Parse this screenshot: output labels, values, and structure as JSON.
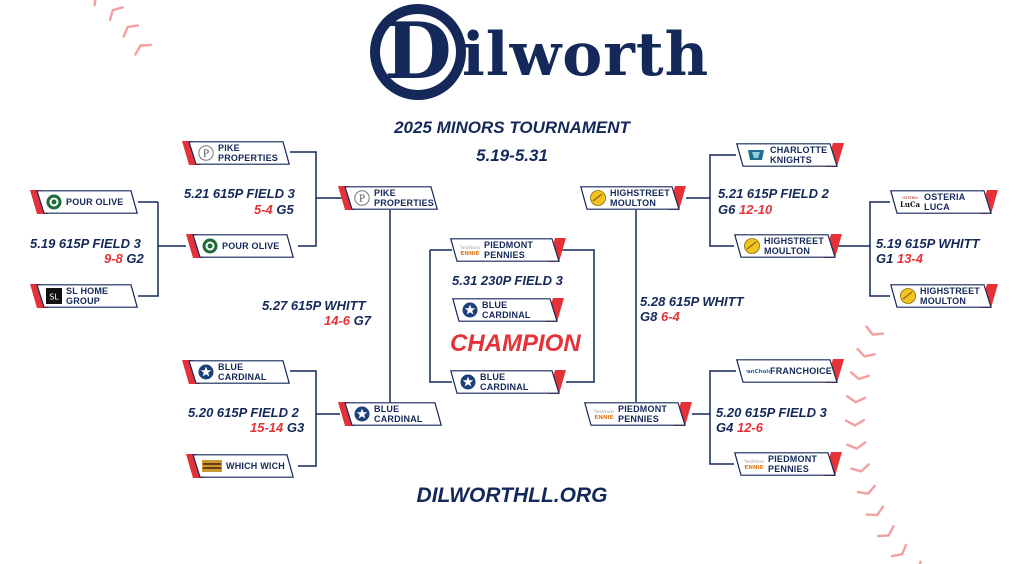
{
  "logo": {
    "letter": "D",
    "rest": "ilworth"
  },
  "title": "2025 MINORS TOURNAMENT",
  "dates": "5.19-5.31",
  "website": "DILWORTHLL.ORG",
  "champion_label": "CHAMPION",
  "colors": {
    "navy": "#14285a",
    "red": "#e53238",
    "stitch": "#f2a0a0"
  },
  "teams": {
    "pike_r1": {
      "line1": "PIKE",
      "line2": "PROPERTIES",
      "icon": "pike-properties-logo-icon"
    },
    "pour_r0": {
      "line1": "POUR OLIVE",
      "line2": "",
      "icon": "pour-olive-logo-icon"
    },
    "pour_r1": {
      "line1": "POUR OLIVE",
      "line2": "",
      "icon": "pour-olive-logo-icon"
    },
    "slhome": {
      "line1": "SL HOME",
      "line2": "GROUP",
      "icon": "sl-home-group-logo-icon"
    },
    "pike_semi": {
      "line1": "PIKE",
      "line2": "PROPERTIES",
      "icon": "pike-properties-logo-icon"
    },
    "blue_r1": {
      "line1": "BLUE",
      "line2": "CARDINAL",
      "icon": "blue-cardinal-logo-icon"
    },
    "whichwich": {
      "line1": "WHICH WICH",
      "line2": "",
      "icon": "which-wich-logo-icon"
    },
    "blue_semi": {
      "line1": "BLUE",
      "line2": "CARDINAL",
      "icon": "blue-cardinal-logo-icon"
    },
    "piedmont_final": {
      "line1": "PIEDMONT",
      "line2": "PENNIES",
      "icon": "piedmont-pennies-logo-icon"
    },
    "blue_champ": {
      "line1": "BLUE",
      "line2": "CARDINAL",
      "icon": "blue-cardinal-logo-icon"
    },
    "blue_final": {
      "line1": "BLUE",
      "line2": "CARDINAL",
      "icon": "blue-cardinal-logo-icon"
    },
    "high_semi": {
      "line1": "HIGHSTREET",
      "line2": "MOULTON",
      "icon": "highstreet-moulton-logo-icon"
    },
    "charlotte": {
      "line1": "CHARLOTTE",
      "line2": "KNIGHTS",
      "icon": "charlotte-knights-logo-icon"
    },
    "high_r1": {
      "line1": "HIGHSTREET",
      "line2": "MOULTON",
      "icon": "highstreet-moulton-logo-icon"
    },
    "osteria": {
      "line1": "OSTERIA",
      "line2": "LUCA",
      "icon": "osteria-luca-logo-icon"
    },
    "high_r0": {
      "line1": "HIGHSTREET",
      "line2": "MOULTON",
      "icon": "highstreet-moulton-logo-icon"
    },
    "franchoice": {
      "line1": "FRANCHOICE",
      "line2": "",
      "icon": "franchoice-logo-icon"
    },
    "piedmont_semi": {
      "line1": "PIEDMONT",
      "line2": "PENNIES",
      "icon": "piedmont-pennies-logo-icon"
    },
    "piedmont_r1": {
      "line1": "PIEDMONT",
      "line2": "PENNIES",
      "icon": "piedmont-pennies-logo-icon"
    }
  },
  "games": {
    "g2": {
      "info": "5.19 615P FIELD 3",
      "score": "9-8",
      "label": "G2"
    },
    "g5": {
      "info": "5.21  615P FIELD 3",
      "score": "5-4",
      "label": "G5"
    },
    "g3": {
      "info": "5.20 615P FIELD 2",
      "score": "15-14",
      "label": "G3"
    },
    "g7": {
      "info": "5.27  615P WHITT",
      "score": "14-6",
      "label": "G7"
    },
    "final": {
      "info": "5.31 230P FIELD 3"
    },
    "g8": {
      "info": "5.28 615P WHITT",
      "label": "G8",
      "score": "6-4"
    },
    "g6": {
      "info": "5.21 615P FIELD 2",
      "label": "G6",
      "score": "12-10"
    },
    "g1": {
      "info": "5.19 615P WHITT",
      "label": "G1",
      "score": "13-4"
    },
    "g4": {
      "info": "5.20  615P FIELD 3",
      "label": "G4",
      "score": "12-6"
    }
  }
}
